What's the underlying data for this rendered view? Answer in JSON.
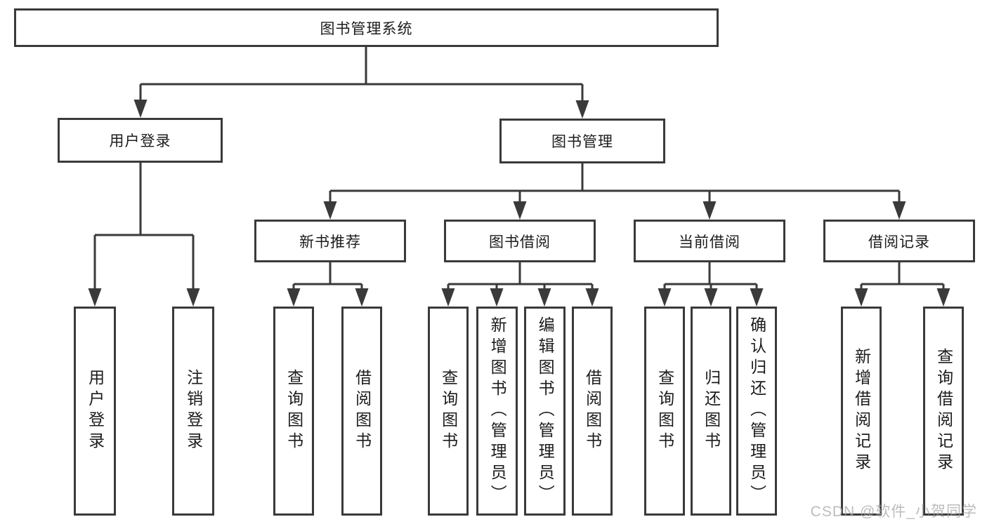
{
  "diagram": {
    "title": "图书管理系统",
    "watermark": "CSDN @软件_小贺同学",
    "colors": {
      "line": "#3a3a3a",
      "box_border": "#3a3a3a",
      "box_background": "#ffffff",
      "text": "#1c1c1c",
      "watermark": "#a5a5a5",
      "page_background": "#ffffff"
    },
    "tree": {
      "label": "图书管理系统",
      "children": [
        {
          "label": "用户登录",
          "children": [
            {
              "label": "用户登录"
            },
            {
              "label": "注销登录"
            }
          ]
        },
        {
          "label": "图书管理",
          "children": [
            {
              "label": "新书推荐",
              "children": [
                {
                  "label": "查询图书"
                },
                {
                  "label": "借阅图书"
                }
              ]
            },
            {
              "label": "图书借阅",
              "children": [
                {
                  "label": "查询图书"
                },
                {
                  "label": "新增图书（管理员）"
                },
                {
                  "label": "编辑图书（管理员）"
                },
                {
                  "label": "借阅图书"
                }
              ]
            },
            {
              "label": "当前借阅",
              "children": [
                {
                  "label": "查询图书"
                },
                {
                  "label": "归还图书"
                },
                {
                  "label": "确认归还（管理员）"
                }
              ]
            },
            {
              "label": "借阅记录",
              "children": [
                {
                  "label": "新增借阅记录"
                },
                {
                  "label": "查询借阅记录"
                }
              ]
            }
          ]
        }
      ]
    }
  }
}
